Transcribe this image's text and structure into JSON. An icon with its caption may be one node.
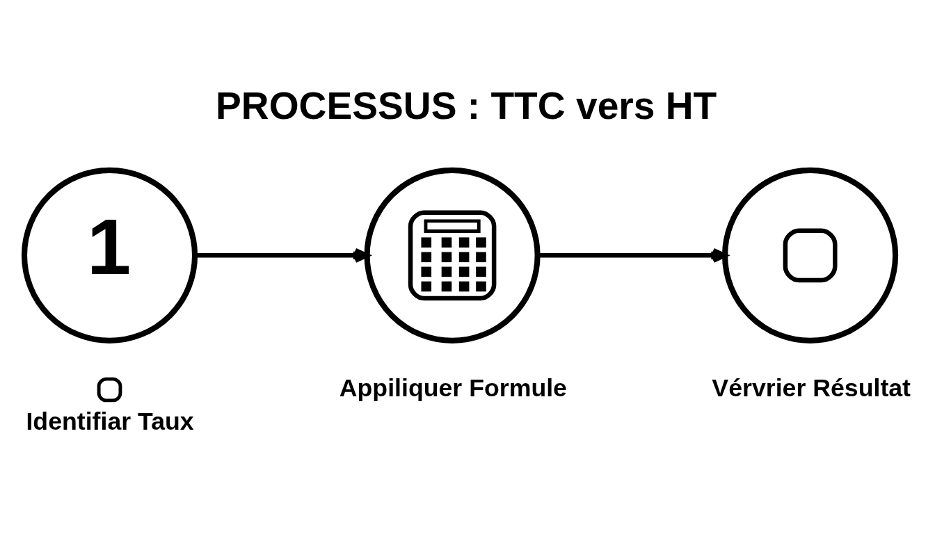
{
  "diagram": {
    "title": "PROCESSUS : TTC vers HT",
    "nodes": [
      {
        "text": [
          "1"
        ],
        "beside": [
          "Identifiar Taux"
        ]
      },
      {
        "text": [],
        "shape": "circle",
        "beside": [
          "Appiliquer Formule"
        ]
      },
      {
        "text": [],
        "shape": "circle",
        "beside": [
          "Vérvrier Résultat"
        ]
      }
    ],
    "edges": [
      {
        "from": 0,
        "to": 1,
        "arrow": "to"
      },
      {
        "from": 1,
        "to": 2,
        "arrow": "to"
      }
    ]
  }
}
